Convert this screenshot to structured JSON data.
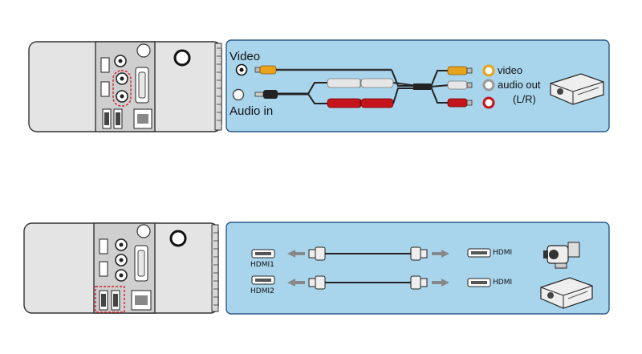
{
  "top_panel": {
    "video_label": "Video",
    "audio_in_label": "Audio in",
    "video_out_label": "video",
    "audio_out_label": "audio out",
    "lr_label": "(L/R)"
  },
  "bottom_panel": {
    "hdmi1_label": "HDMI1",
    "hdmi2_label": "HDMI2",
    "hdmi_right_1": "HDMI",
    "hdmi_right_2": "HDMI"
  },
  "colors": {
    "panel_blue": "#a9d5ec",
    "panel_border": "#2a5a8a",
    "device_grey": "#e4e4e4",
    "port_panel": "#cfcfcf",
    "highlight_red": "#d0202a",
    "rca_yellow": "#e8a21c",
    "rca_white": "#d8d8d8",
    "rca_red": "#c4141c"
  },
  "icons": [
    "rca-video-jack-icon",
    "audio-in-jack-icon",
    "projector-icon",
    "camcorder-icon",
    "hdmi-port-icon",
    "hdmi-cable-icon",
    "usb-port-icon",
    "lan-port-icon",
    "vga-port-icon"
  ]
}
